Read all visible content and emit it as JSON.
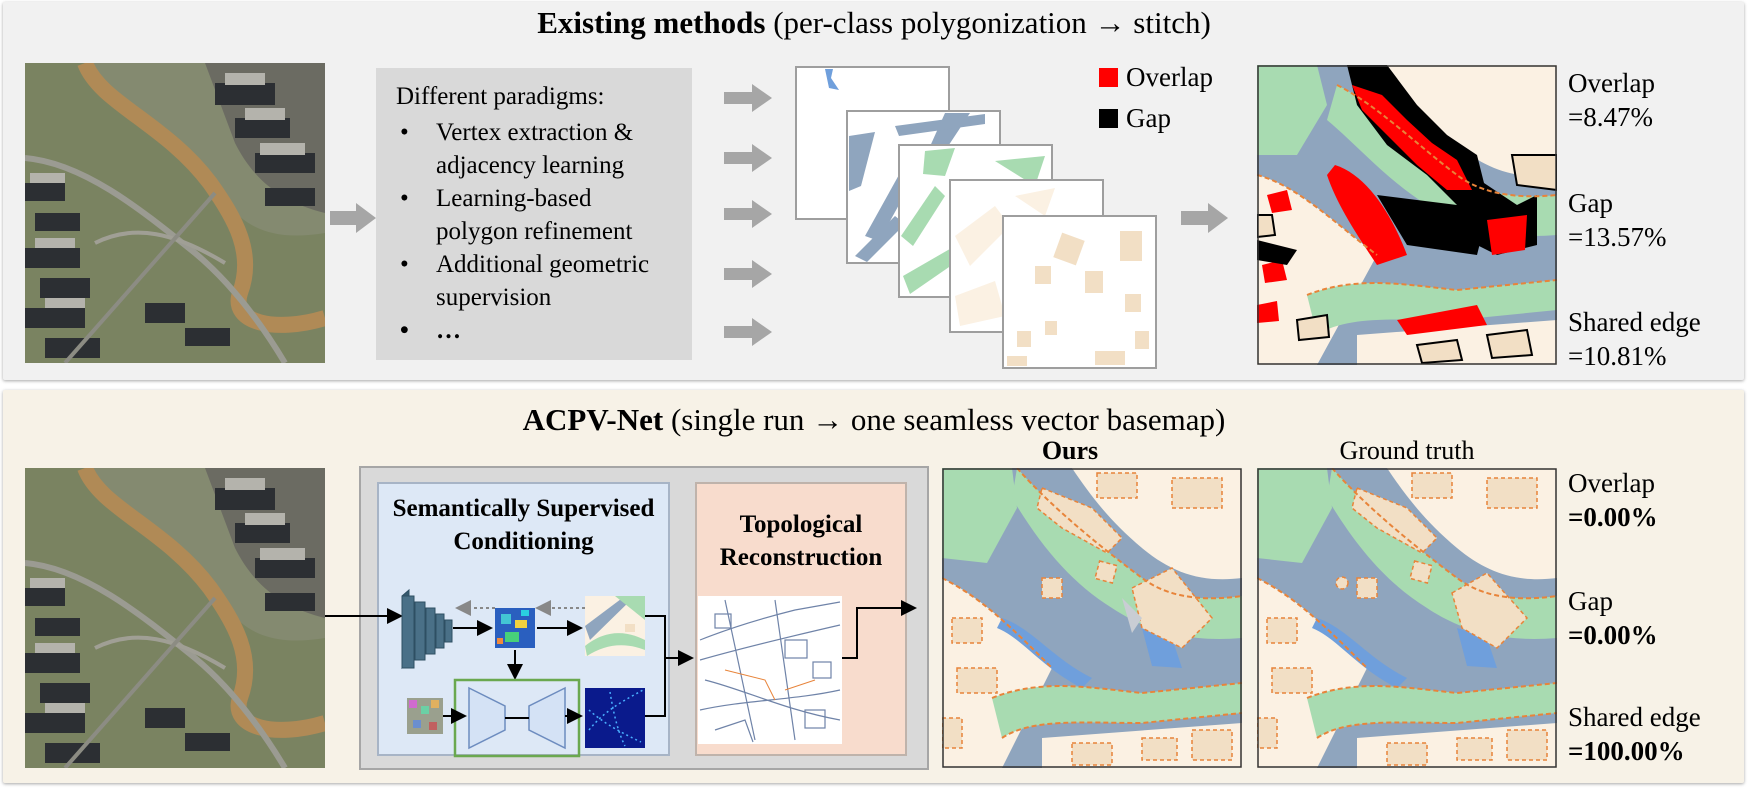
{
  "top": {
    "title_bold": "Existing methods",
    "title_rest": " (per-class polygonization → stitch)",
    "paradigms_heading": "Different paradigms:",
    "paradigms": [
      "Vertex extraction & adjacency learning",
      "Learning-based polygon refinement",
      "Additional geometric supervision",
      "…"
    ],
    "legend": [
      {
        "label": "Overlap",
        "color": "#ff0000"
      },
      {
        "label": "Gap",
        "color": "#000000"
      }
    ],
    "metrics": [
      {
        "label": "Overlap",
        "value": "=8.47%"
      },
      {
        "label": "Gap",
        "value": "=13.57%"
      },
      {
        "label": "Shared edge",
        "value": "=10.81%"
      }
    ]
  },
  "bottom": {
    "title_bold": "ACPV-Net",
    "title_rest": " (single run → one seamless vector basemap)",
    "module1": "Semantically Supervised Conditioning",
    "module2": "Topological Reconstruction",
    "ours_label": "Ours",
    "gt_label": "Ground truth",
    "metrics": [
      {
        "label": "Overlap",
        "value": "=0.00%"
      },
      {
        "label": "Gap",
        "value": "=0.00%"
      },
      {
        "label": "Shared edge",
        "value": "=100.00%"
      }
    ]
  },
  "colors": {
    "road": "#8fa5be",
    "vegetation": "#a8dbb1",
    "building": "#f2dfc5",
    "background": "#fbf1e3",
    "water": "#6f9fdc",
    "boundary": "#e8843a",
    "overlap": "#ff0000",
    "gap": "#000000",
    "arrow": "#a6a6a6"
  }
}
